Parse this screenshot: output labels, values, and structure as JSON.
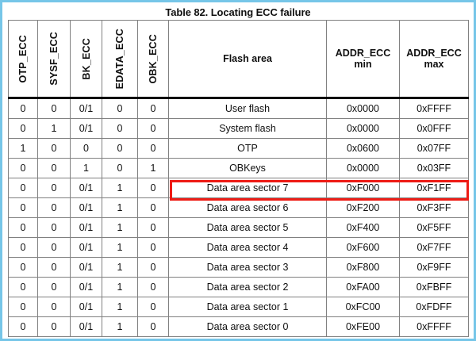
{
  "document": {
    "title": "Table 82. Locating ECC failure",
    "border_color": "#76c6e8",
    "highlight_color": "#ee1b15"
  },
  "table": {
    "columns": [
      {
        "key": "otp_ecc",
        "label": "OTP_ECC",
        "orientation": "vertical"
      },
      {
        "key": "sysf_ecc",
        "label": "SYSF_ECC",
        "orientation": "vertical"
      },
      {
        "key": "bk_ecc",
        "label": "BK_ECC",
        "orientation": "vertical"
      },
      {
        "key": "edata_ecc",
        "label": "EDATA_ECC",
        "orientation": "vertical"
      },
      {
        "key": "obk_ecc",
        "label": "OBK_ECC",
        "orientation": "vertical"
      },
      {
        "key": "flash_area",
        "label": "Flash area",
        "orientation": "horizontal"
      },
      {
        "key": "addr_min",
        "label": "ADDR_ECC",
        "sub": "min",
        "orientation": "horizontal"
      },
      {
        "key": "addr_max",
        "label": "ADDR_ECC",
        "sub": "max",
        "orientation": "horizontal"
      }
    ],
    "rows": [
      {
        "otp_ecc": "0",
        "sysf_ecc": "0",
        "bk_ecc": "0/1",
        "edata_ecc": "0",
        "obk_ecc": "0",
        "flash_area": "User flash",
        "addr_min": "0x0000",
        "addr_max": "0xFFFF",
        "highlighted": false
      },
      {
        "otp_ecc": "0",
        "sysf_ecc": "1",
        "bk_ecc": "0/1",
        "edata_ecc": "0",
        "obk_ecc": "0",
        "flash_area": "System flash",
        "addr_min": "0x0000",
        "addr_max": "0x0FFF",
        "highlighted": false
      },
      {
        "otp_ecc": "1",
        "sysf_ecc": "0",
        "bk_ecc": "0",
        "edata_ecc": "0",
        "obk_ecc": "0",
        "flash_area": "OTP",
        "addr_min": "0x0600",
        "addr_max": "0x07FF",
        "highlighted": false
      },
      {
        "otp_ecc": "0",
        "sysf_ecc": "0",
        "bk_ecc": "1",
        "edata_ecc": "0",
        "obk_ecc": "1",
        "flash_area": "OBKeys",
        "addr_min": "0x0000",
        "addr_max": "0x03FF",
        "highlighted": false
      },
      {
        "otp_ecc": "0",
        "sysf_ecc": "0",
        "bk_ecc": "0/1",
        "edata_ecc": "1",
        "obk_ecc": "0",
        "flash_area": "Data area sector 7",
        "addr_min": "0xF000",
        "addr_max": "0xF1FF",
        "highlighted": true
      },
      {
        "otp_ecc": "0",
        "sysf_ecc": "0",
        "bk_ecc": "0/1",
        "edata_ecc": "1",
        "obk_ecc": "0",
        "flash_area": "Data area sector 6",
        "addr_min": "0xF200",
        "addr_max": "0xF3FF",
        "highlighted": false
      },
      {
        "otp_ecc": "0",
        "sysf_ecc": "0",
        "bk_ecc": "0/1",
        "edata_ecc": "1",
        "obk_ecc": "0",
        "flash_area": "Data area sector 5",
        "addr_min": "0xF400",
        "addr_max": "0xF5FF",
        "highlighted": false
      },
      {
        "otp_ecc": "0",
        "sysf_ecc": "0",
        "bk_ecc": "0/1",
        "edata_ecc": "1",
        "obk_ecc": "0",
        "flash_area": "Data area sector 4",
        "addr_min": "0xF600",
        "addr_max": "0xF7FF",
        "highlighted": false
      },
      {
        "otp_ecc": "0",
        "sysf_ecc": "0",
        "bk_ecc": "0/1",
        "edata_ecc": "1",
        "obk_ecc": "0",
        "flash_area": "Data area sector 3",
        "addr_min": "0xF800",
        "addr_max": "0xF9FF",
        "highlighted": false
      },
      {
        "otp_ecc": "0",
        "sysf_ecc": "0",
        "bk_ecc": "0/1",
        "edata_ecc": "1",
        "obk_ecc": "0",
        "flash_area": "Data area sector 2",
        "addr_min": "0xFA00",
        "addr_max": "0xFBFF",
        "highlighted": false
      },
      {
        "otp_ecc": "0",
        "sysf_ecc": "0",
        "bk_ecc": "0/1",
        "edata_ecc": "1",
        "obk_ecc": "0",
        "flash_area": "Data area sector 1",
        "addr_min": "0xFC00",
        "addr_max": "0xFDFF",
        "highlighted": false
      },
      {
        "otp_ecc": "0",
        "sysf_ecc": "0",
        "bk_ecc": "0/1",
        "edata_ecc": "1",
        "obk_ecc": "0",
        "flash_area": "Data area sector 0",
        "addr_min": "0xFE00",
        "addr_max": "0xFFFF",
        "highlighted": false
      }
    ]
  }
}
